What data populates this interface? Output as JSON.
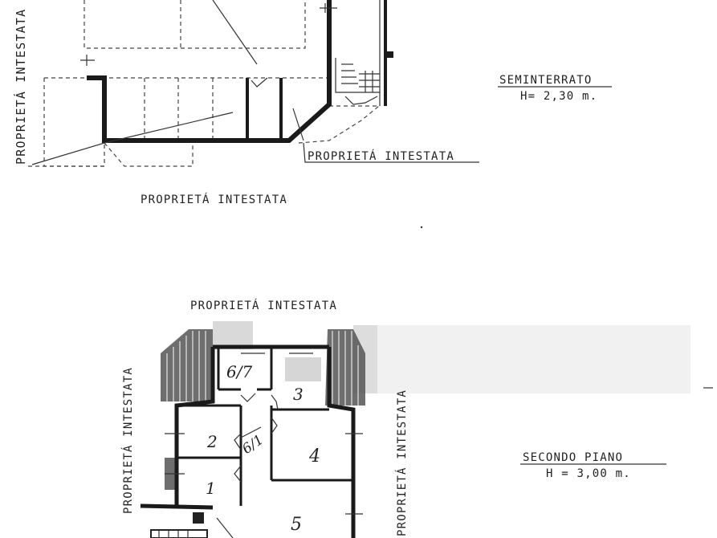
{
  "labels": {
    "prop_left_top": "PROPRIETÁ INTESTATA",
    "prop_bottom_right_top": "PROPRIETÁ INTESTATA",
    "prop_below_top": "PROPRIETÁ INTESTATA",
    "prop_above_bottom": "PROPRIETÁ INTESTATA",
    "prop_left_bottom": "PROPRIETÁ INTESTATA",
    "prop_right_bottom": "PROPRIETÁ INTESTATA"
  },
  "floors": [
    {
      "name": "SEMINTERRATO",
      "height": "H= 2,30 m."
    },
    {
      "name": "SECONDO   PIANO",
      "height": "H = 3,00 m."
    }
  ],
  "rooms": [
    "1",
    "2",
    "3",
    "4",
    "5",
    "6/7",
    "6/1"
  ]
}
